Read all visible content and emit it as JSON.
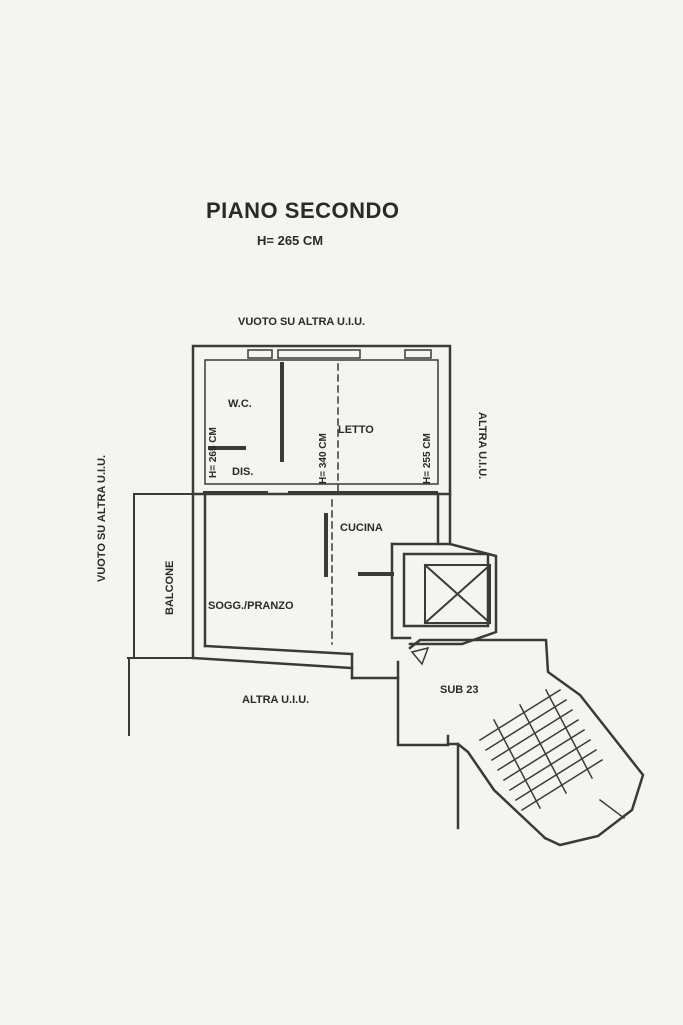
{
  "header": {
    "title": "PIANO SECONDO",
    "height_note": "H= 265 CM"
  },
  "surroundings": {
    "top": "VUOTO SU ALTRA U.I.U.",
    "left": "VUOTO SU ALTRA U.I.U.",
    "right": "ALTRA U.I.U.",
    "bottom": "ALTRA U.I.U."
  },
  "rooms": {
    "wc": "W.C.",
    "dis": "DIS.",
    "letto": "LETTO",
    "cucina": "CUCINA",
    "soggiorno": "SOGG./PRANZO",
    "balcone": "BALCONE",
    "sub": "SUB 23"
  },
  "heights": {
    "wc": "H= 265 CM",
    "letto": "H= 340 CM",
    "right": "H= 255 CM"
  },
  "colors": {
    "paper": "#f4f4f1",
    "wall": "#3a3a3a",
    "ink": "#2a2a2a"
  }
}
